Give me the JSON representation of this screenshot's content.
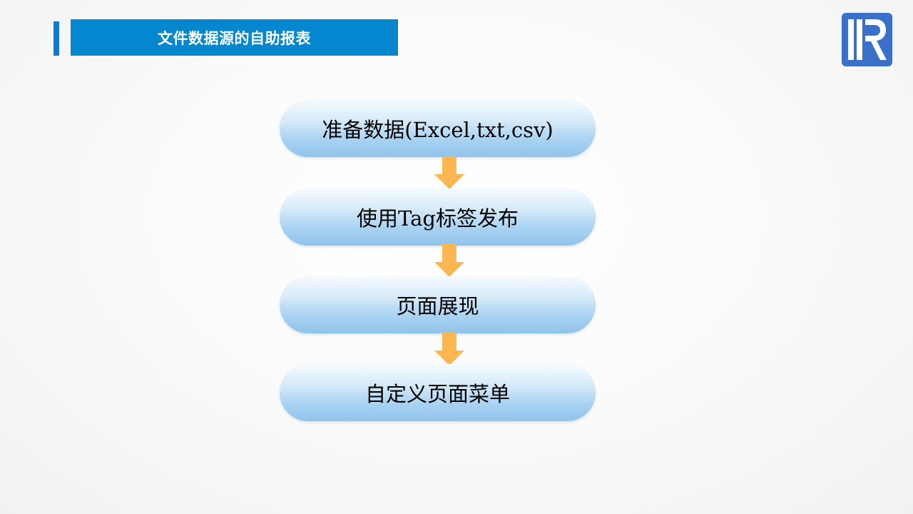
{
  "header": {
    "title": "文件数据源的自助报表",
    "accent_color": "#0587cf"
  },
  "logo": {
    "icon": "r-logo-icon",
    "color": "#3a70c9"
  },
  "flow": {
    "steps": [
      {
        "label": "准备数据(Excel,txt,csv)"
      },
      {
        "label": "使用Tag标签发布"
      },
      {
        "label": "页面展现"
      },
      {
        "label": "自定义页面菜单"
      }
    ],
    "arrow_color": "#fbb551",
    "step_fill": "#9ecbef"
  }
}
